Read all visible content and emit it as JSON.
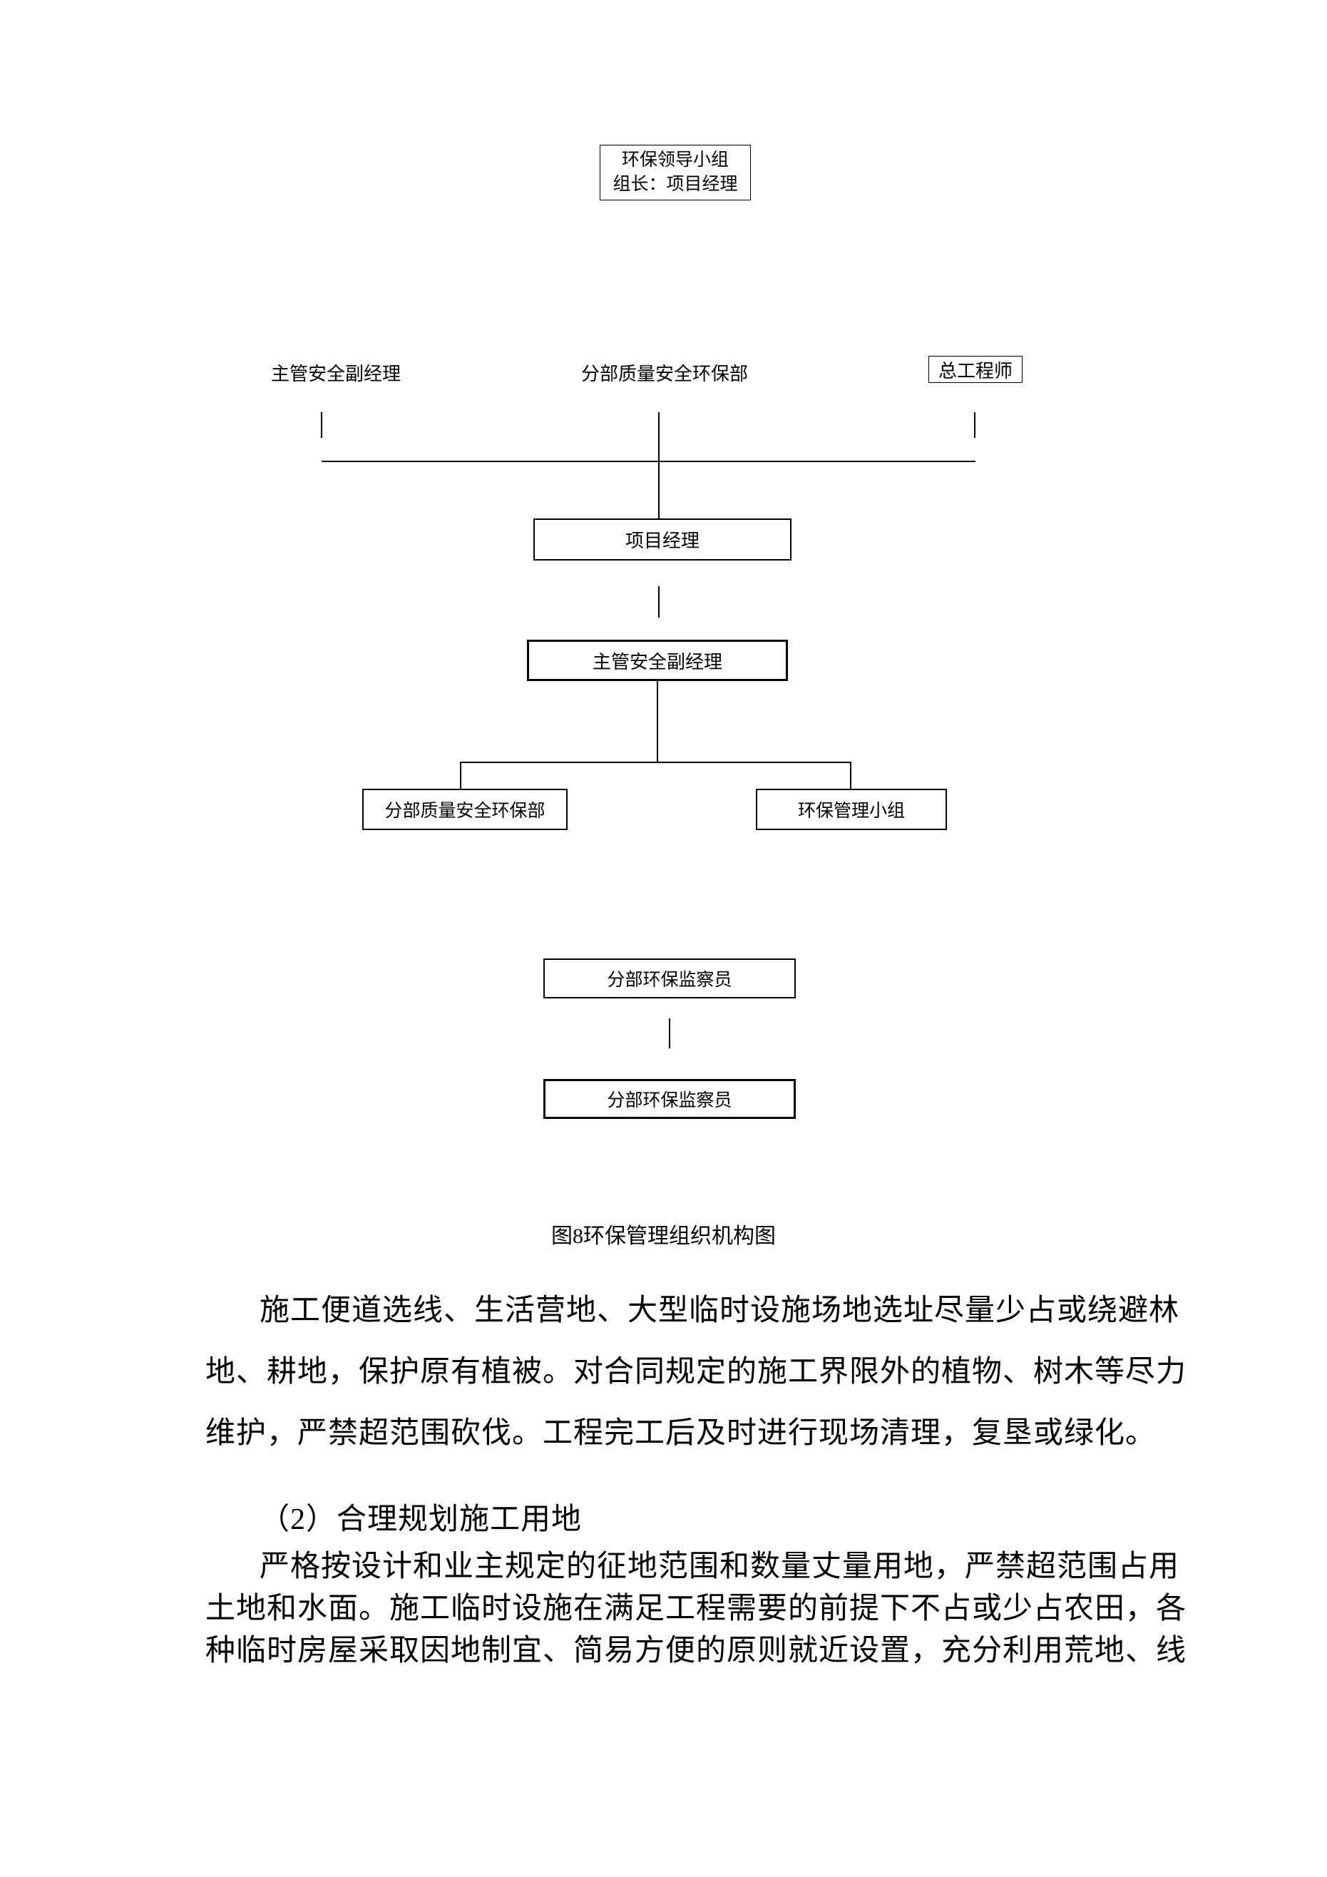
{
  "diagram": {
    "top_box": {
      "line1": "环保领导小组",
      "line2": "组长：项目经理"
    },
    "labels": {
      "left": "主管安全副经理",
      "center": "分部质量安全环保部",
      "right": "总工程师"
    },
    "boxes": {
      "project_manager": "项目经理",
      "safety_deputy_manager": "主管安全副经理",
      "quality_env_dept": "分部质量安全环保部",
      "env_mgmt_group": "环保管理小组",
      "env_inspector_1": "分部环保监察员",
      "env_inspector_2": "分部环保监察员"
    },
    "caption": "图8环保管理组织机构图"
  },
  "body": {
    "paragraph1": {
      "lines": [
        "施工便道选线、生活营地、大型临时设施场地选址尽量少占或绕避林",
        "地、耕地，保护原有植被。对合同规定的施工界限外的植物、树木等尽力",
        "维护，严禁超范围砍伐。工程完工后及时进行现场清理，复垦或绿化。"
      ]
    },
    "heading": "（2）合理规划施工用地",
    "paragraph2": {
      "lines": [
        "严格按设计和业主规定的征地范围和数量丈量用地，严禁超范围占用",
        "土地和水面。施工临时设施在满足工程需要的前提下不占或少占农田，各",
        "种临时房屋采取因地制宜、简易方便的原则就近设置，充分利用荒地、线"
      ]
    }
  }
}
